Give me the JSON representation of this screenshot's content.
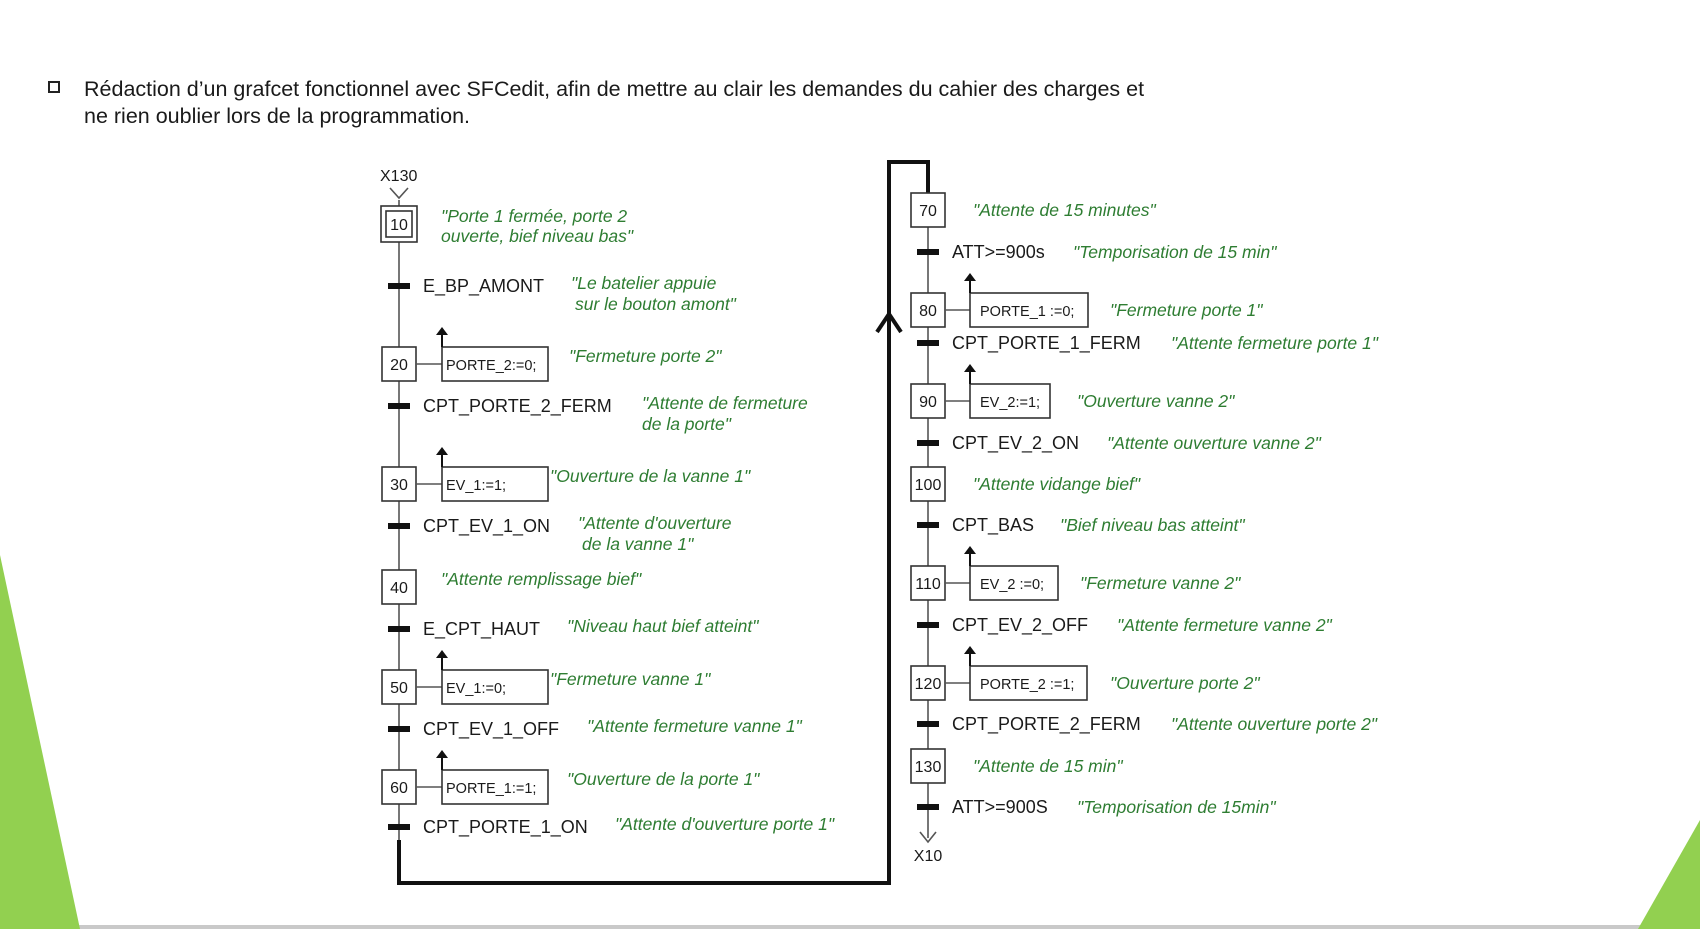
{
  "slide": {
    "bullet_line1": "Rédaction d’un grafcet fonctionnel avec SFCedit, afin de mettre au clair les demandes du cahier des charges et",
    "bullet_line2": "ne rien oublier lors de la programmation.",
    "accent_color": "#92d050"
  },
  "grafcet": {
    "initial_link": "X130",
    "final_link": "X10",
    "left": {
      "steps": [
        {
          "num": "10",
          "action": "",
          "comment": [
            "\"Porte 1 fermée, porte 2",
            "ouverte, bief niveau bas\""
          ]
        },
        {
          "num": "20",
          "action": "PORTE_2:=0;",
          "comment": [
            "\"Fermeture porte 2\""
          ]
        },
        {
          "num": "30",
          "action": "EV_1:=1;",
          "comment": [
            "\"Ouverture de la vanne 1\""
          ]
        },
        {
          "num": "40",
          "action": "",
          "comment": [
            "\"Attente remplissage bief\""
          ]
        },
        {
          "num": "50",
          "action": "EV_1:=0;",
          "comment": [
            "\"Fermeture vanne 1\""
          ]
        },
        {
          "num": "60",
          "action": "PORTE_1:=1;",
          "comment": [
            "\"Ouverture de la porte 1\""
          ]
        }
      ],
      "transitions": [
        {
          "label": "E_BP_AMONT",
          "comment": [
            "\"Le batelier appuie",
            "sur le bouton amont\""
          ]
        },
        {
          "label": "CPT_PORTE_2_FERM",
          "comment": [
            "\"Attente de fermeture",
            "de la porte\""
          ]
        },
        {
          "label": "CPT_EV_1_ON",
          "comment": [
            "\"Attente d'ouverture",
            "de la vanne 1\""
          ]
        },
        {
          "label": "E_CPT_HAUT",
          "comment": [
            "\"Niveau haut bief atteint\""
          ]
        },
        {
          "label": "CPT_EV_1_OFF",
          "comment": [
            "\"Attente fermeture vanne 1\""
          ]
        },
        {
          "label": "CPT_PORTE_1_ON",
          "comment": [
            "\"Attente d'ouverture porte 1\""
          ]
        }
      ]
    },
    "right": {
      "steps": [
        {
          "num": "70",
          "action": "",
          "comment": [
            "\"Attente de 15 minutes\""
          ]
        },
        {
          "num": "80",
          "action": "PORTE_1 :=0;",
          "comment": [
            "\"Fermeture porte 1\""
          ]
        },
        {
          "num": "90",
          "action": "EV_2:=1;",
          "comment": [
            "\"Ouverture vanne 2\""
          ]
        },
        {
          "num": "100",
          "action": "",
          "comment": [
            "\"Attente vidange bief\""
          ]
        },
        {
          "num": "110",
          "action": "EV_2 :=0;",
          "comment": [
            "\"Fermeture vanne 2\""
          ]
        },
        {
          "num": "120",
          "action": "PORTE_2 :=1;",
          "comment": [
            "\"Ouverture porte 2\""
          ]
        },
        {
          "num": "130",
          "action": "",
          "comment": [
            "\"Attente de 15 min\""
          ]
        }
      ],
      "transitions": [
        {
          "label": "ATT>=900s",
          "comment": [
            "\"Temporisation de 15 min\""
          ]
        },
        {
          "label": "CPT_PORTE_1_FERM",
          "comment": [
            "\"Attente fermeture porte 1\""
          ]
        },
        {
          "label": "CPT_EV_2_ON",
          "comment": [
            "\"Attente ouverture vanne 2\""
          ]
        },
        {
          "label": "CPT_BAS",
          "comment": [
            "\"Bief niveau bas atteint\""
          ]
        },
        {
          "label": "CPT_EV_2_OFF",
          "comment": [
            "\"Attente fermeture vanne 2\""
          ]
        },
        {
          "label": "CPT_PORTE_2_FERM",
          "comment": [
            "\"Attente ouverture porte 2\""
          ]
        },
        {
          "label": "ATT>=900S",
          "comment": [
            "\"Temporisation de 15min\""
          ]
        }
      ]
    }
  }
}
